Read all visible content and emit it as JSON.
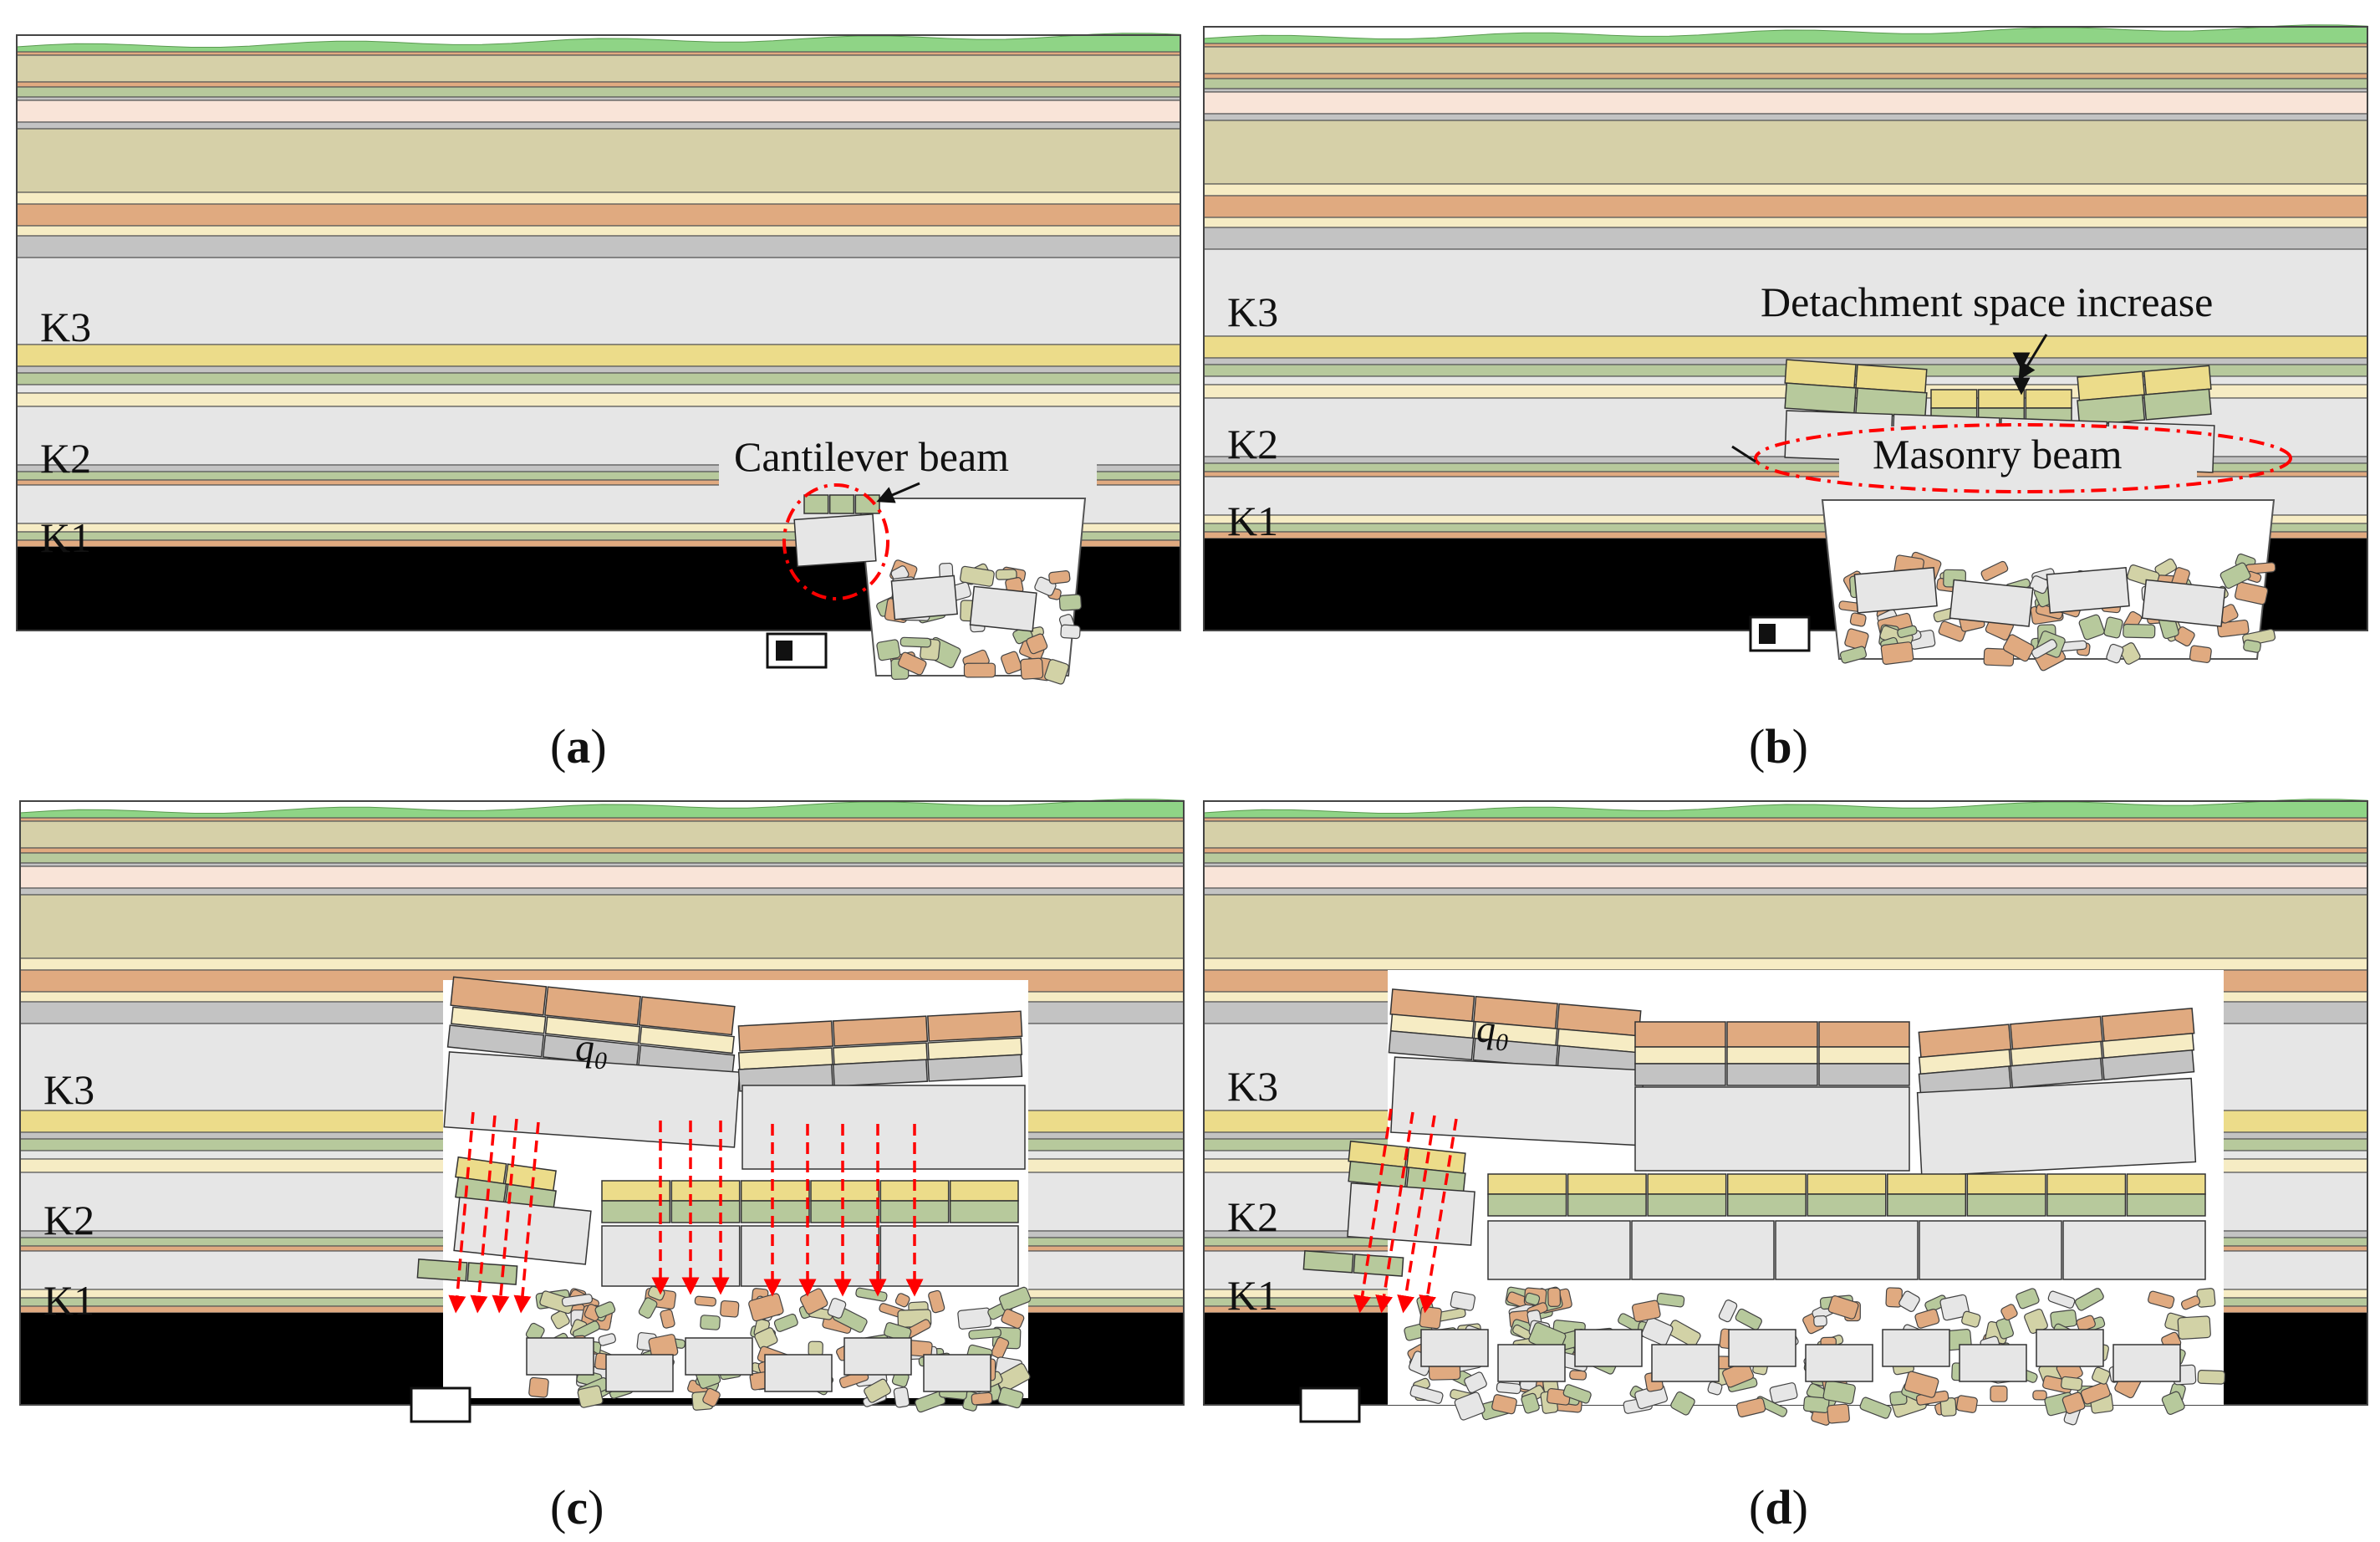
{
  "colors": {
    "grass": "#8fd486",
    "tan": "#d6d0a8",
    "orange": "#e0aa80",
    "peach": "#f9e4d8",
    "grey": "#c3c3c3",
    "light": "#e6e6e6",
    "yellow": "#ecdc8a",
    "cream": "#f6ecc4",
    "green": "#b7c99c",
    "olive": "#d2d2a6",
    "dark": "#000000",
    "red": "#ff0000"
  },
  "panels": [
    {
      "id": "a",
      "caption_open": "(",
      "caption_letter": "a",
      "caption_close": ")",
      "labels": {
        "k3": "K3",
        "k2": "K2",
        "k1": "K1"
      },
      "annotation": "Cantilever beam"
    },
    {
      "id": "b",
      "caption_open": "(",
      "caption_letter": "b",
      "caption_close": ")",
      "labels": {
        "k3": "K3",
        "k2": "K2",
        "k1": "K1"
      },
      "annotation": "Detachment space increase",
      "annotation2": "Masonry  beam"
    },
    {
      "id": "c",
      "caption_open": "(",
      "caption_letter": "c",
      "caption_close": ")",
      "labels": {
        "k3": "K3",
        "k2": "K2",
        "k1": "K1"
      },
      "load_symbol": "q",
      "load_subscript": "0"
    },
    {
      "id": "d",
      "caption_open": "(",
      "caption_letter": "d",
      "caption_close": ")",
      "labels": {
        "k3": "K3",
        "k2": "K2",
        "k1": "K1"
      },
      "load_symbol": "q",
      "load_subscript": "0"
    }
  ]
}
